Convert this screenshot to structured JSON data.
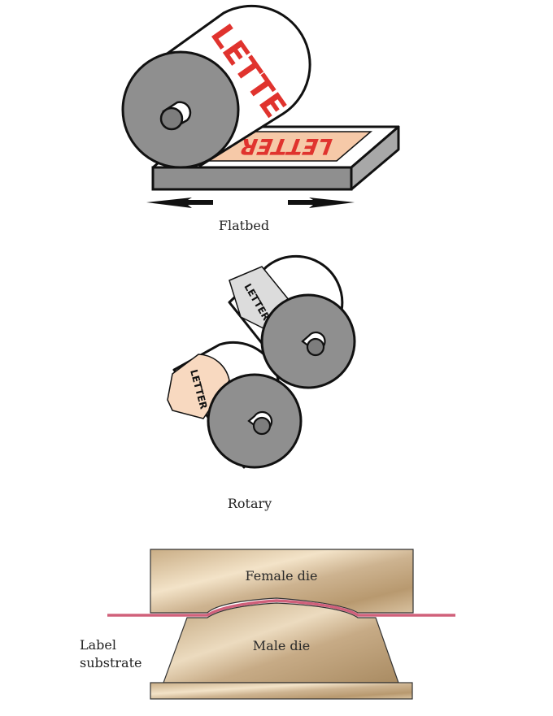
{
  "flatbed": {
    "caption": "Flatbed",
    "roller_text": "LETTE",
    "plate_text": "LETTER",
    "print_color": "#e0332e",
    "plate_fill": "#f6c9a8"
  },
  "rotary": {
    "caption": "Rotary",
    "upper_roll_text": "LETTER",
    "lower_roll_text": "LETTER"
  },
  "embossing": {
    "female_die_label": "Female die",
    "male_die_label": "Male die",
    "substrate_label_line1": "Label",
    "substrate_label_line2": "substrate",
    "substrate_color": "#d0607a"
  }
}
